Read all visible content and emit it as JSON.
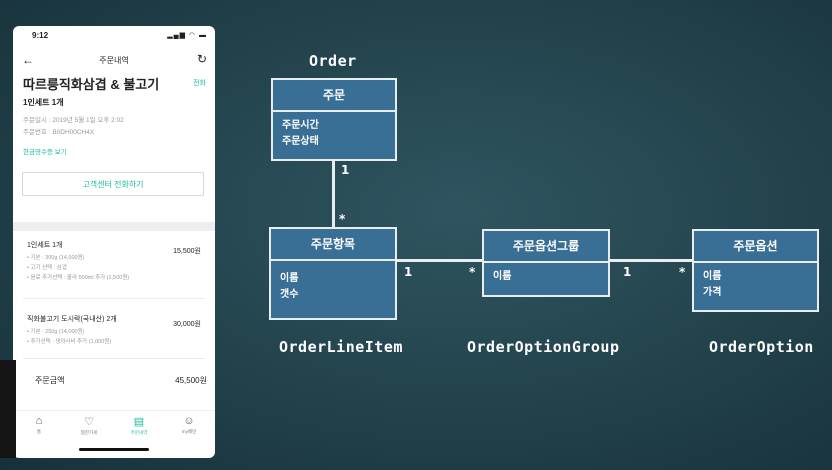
{
  "phone": {
    "status_time": "9:12",
    "status_icons": "▂▄▆ ◠ ▬",
    "nav_title": "주문내역",
    "store_name": "따르릉직화삼겹 & 불고기",
    "call_link": "전화",
    "order_title": "1인세트 1개",
    "order_date": "주문일시 : 2019년 5월 1일 오후 2:02",
    "order_number": "주문번호 : B0DH00CH4X",
    "receipt_link": "현금영수증 보기",
    "cs_button": "고객센터 전화하기",
    "items": [
      {
        "name": "1인세트  1개",
        "price": "15,500원",
        "options": [
          "• 기본 : 300g (14,000원)",
          "• 고기 선택 : 삼겹",
          "• 음료 추가선택 : 콜라 500ml 추가 (1,500원)"
        ]
      },
      {
        "name": "직화불고기 도시락(국내산)  2개",
        "price": "30,000원",
        "options": [
          "• 기본 : 250g (14,000원)",
          "• 추가선택 : 생와사비 추가 (1,000원)"
        ]
      }
    ],
    "total_label": "주문금액",
    "total_value": "45,500원",
    "tabs": [
      {
        "label": "홈",
        "icon": "home-icon"
      },
      {
        "label": "찜한가게",
        "icon": "heart-icon"
      },
      {
        "label": "주문내역",
        "icon": "receipt-icon"
      },
      {
        "label": "my배민",
        "icon": "smile-icon"
      }
    ]
  },
  "diagram": {
    "order": {
      "class_name": "Order",
      "title": "주문",
      "attrs": [
        "주문시간",
        "주문상태"
      ]
    },
    "line_item": {
      "class_name": "OrderLineItem",
      "title": "주문항목",
      "attrs": [
        "이름",
        "갯수"
      ]
    },
    "option_group": {
      "class_name": "OrderOptionGroup",
      "title": "주문옵션그룹",
      "attrs": [
        "이름"
      ]
    },
    "option": {
      "class_name": "OrderOption",
      "title": "주문옵션",
      "attrs": [
        "이름",
        "가격"
      ]
    },
    "multiplicities": {
      "order_to_item_one": "1",
      "order_to_item_many": "*",
      "item_to_group_one": "1",
      "item_to_group_many": "*",
      "group_to_option_one": "1",
      "group_to_option_many": "*"
    }
  }
}
